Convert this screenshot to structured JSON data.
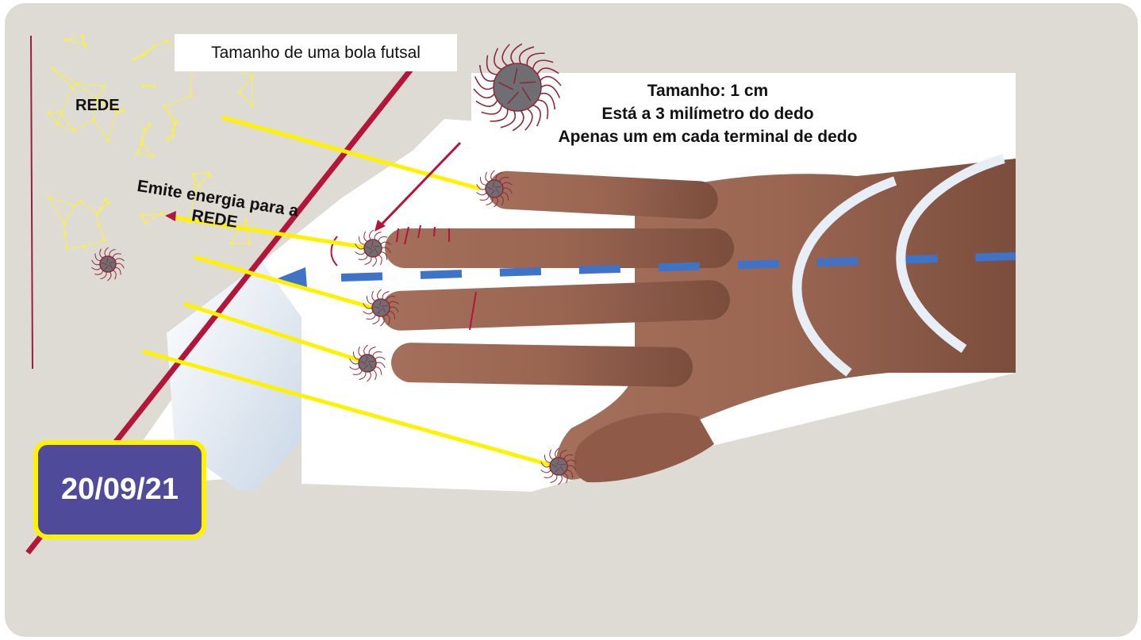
{
  "ball_label": "Tamanho de uma bola futsal",
  "network_label": "REDE",
  "emit_label": {
    "line1": "Emite energia para a",
    "line2": "REDE"
  },
  "info_lines": [
    "Tamanho: 1 cm",
    "Está a 3 milímetro do dedo",
    "Apenas um em cada terminal de dedo"
  ],
  "date": "20/09/21",
  "colors": {
    "background": "#dedad4",
    "ray": "#fff200",
    "diagonal": "#b3163a",
    "network": "#f4ee5c",
    "dashed_axis": "#3f73c8",
    "date_fill": "#4f4b9a",
    "particle": "#6f6f73",
    "tendrils": "#8b2a3a"
  }
}
